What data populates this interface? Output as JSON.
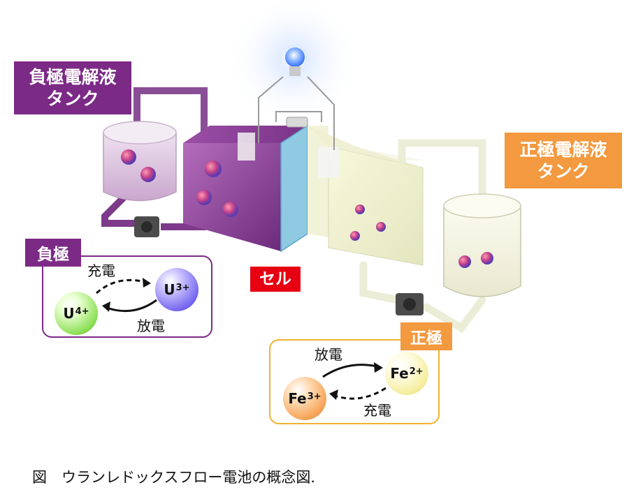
{
  "labels": {
    "negative_tank": [
      "負極電解液",
      "タンク"
    ],
    "positive_tank": [
      "正極電解液",
      "タンク"
    ],
    "cell": "セル"
  },
  "negative_electrode": {
    "tag": "負極",
    "charge": "充電",
    "discharge": "放電",
    "ion_a": {
      "symbol": "U",
      "charge": "3+"
    },
    "ion_b": {
      "symbol": "U",
      "charge": "4+"
    }
  },
  "positive_electrode": {
    "tag": "正極",
    "discharge": "放電",
    "charge": "充電",
    "ion_a": {
      "symbol": "Fe",
      "charge": "2+"
    },
    "ion_b": {
      "symbol": "Fe",
      "charge": "3+"
    }
  },
  "caption": "図　ウランレドックスフロー電池の概念図.",
  "colors": {
    "negative": "#7b2a86",
    "positive": "#f3993f",
    "cell_label": "#e60012",
    "positive_box_border": "#f1b22f"
  }
}
